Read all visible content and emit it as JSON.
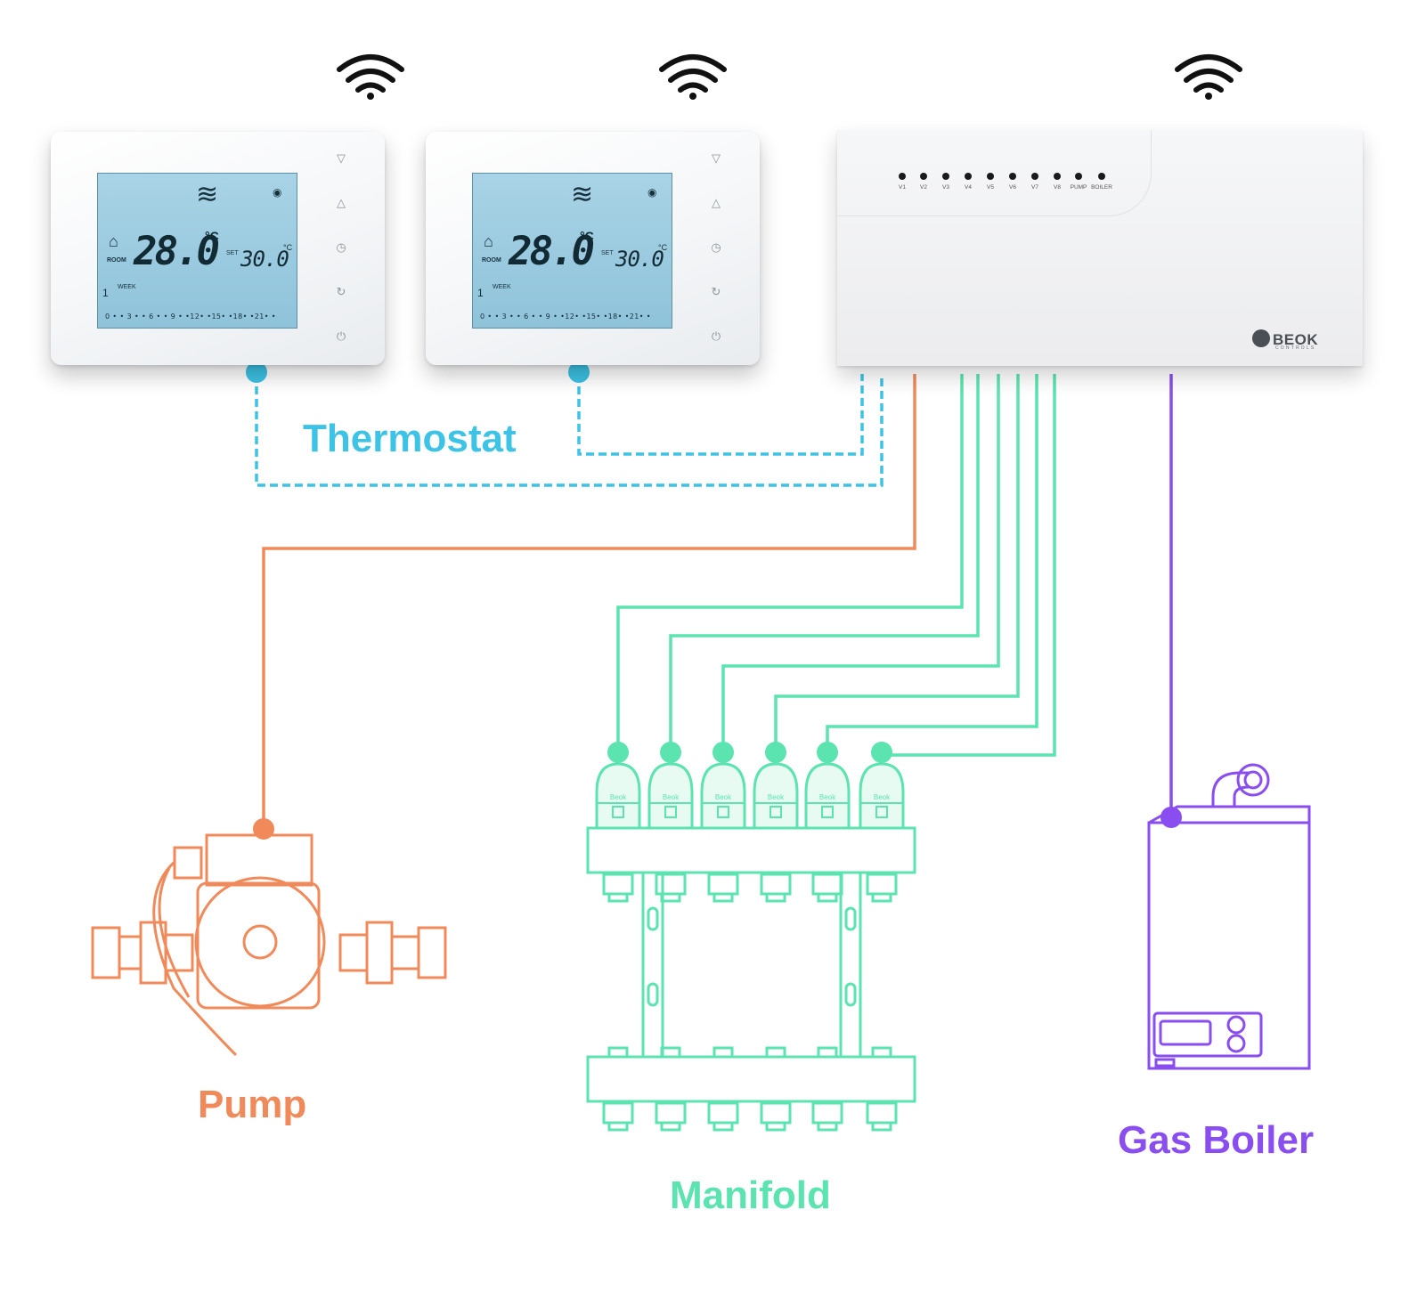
{
  "labels": {
    "thermostat": "Thermostat",
    "pump": "Pump",
    "manifold": "Manifold",
    "gas_boiler": "Gas Boiler"
  },
  "thermostat_display": {
    "room_temp": "28.0",
    "unit": "°C",
    "room_label": "ROOM",
    "set_label": "SET",
    "set_temp": "30.0",
    "day": "1",
    "week_label": "WEEK",
    "time_scale": "0 • • 3 • • 6 • • 9 • •12• •15• •18• •21• •"
  },
  "controller": {
    "channels": [
      "V1",
      "V2",
      "V3",
      "V4",
      "V5",
      "V6",
      "V7",
      "V8",
      "PUMP",
      "BOILER"
    ],
    "brand": "BEOK",
    "brand_sub": "CONTROLS"
  },
  "actuator_label": "Beok",
  "icons": [
    "wifi-icon",
    "heating-waves-icon",
    "eye-icon",
    "home-icon",
    "chevron-down-icon",
    "chevron-up-icon",
    "clock-icon",
    "cycle-icon",
    "power-icon"
  ],
  "colors": {
    "thermostat": "#3cc3e5",
    "pump": "#f08a5a",
    "manifold": "#5be3b0",
    "gas_boiler": "#8a4df0"
  }
}
